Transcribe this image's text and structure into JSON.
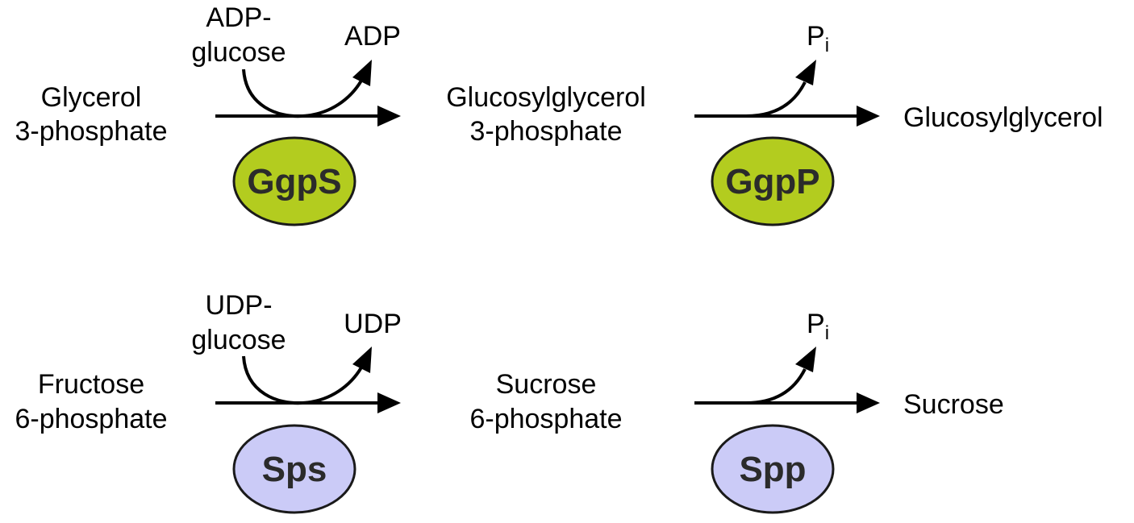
{
  "colors": {
    "glucosylglycerol_enzyme_fill": "#b3cc1f",
    "sucrose_enzyme_fill": "#cbcbf7"
  },
  "pathways": [
    {
      "substrate": [
        "Glycerol",
        "3-phosphate"
      ],
      "cosubstrate": [
        "ADP-",
        "glucose"
      ],
      "coproduct": "ADP",
      "enzyme1": "GgpS",
      "intermediate": [
        "Glucosylglycerol",
        "3-phosphate"
      ],
      "byproduct": {
        "base": "P",
        "subscript": "i"
      },
      "enzyme2": "GgpP",
      "product": "Glucosylglycerol"
    },
    {
      "substrate": [
        "Fructose",
        "6-phosphate"
      ],
      "cosubstrate": [
        "UDP-",
        "glucose"
      ],
      "coproduct": "UDP",
      "enzyme1": "Sps",
      "intermediate": [
        "Sucrose",
        "6-phosphate"
      ],
      "byproduct": {
        "base": "P",
        "subscript": "i"
      },
      "enzyme2": "Spp",
      "product": "Sucrose"
    }
  ]
}
